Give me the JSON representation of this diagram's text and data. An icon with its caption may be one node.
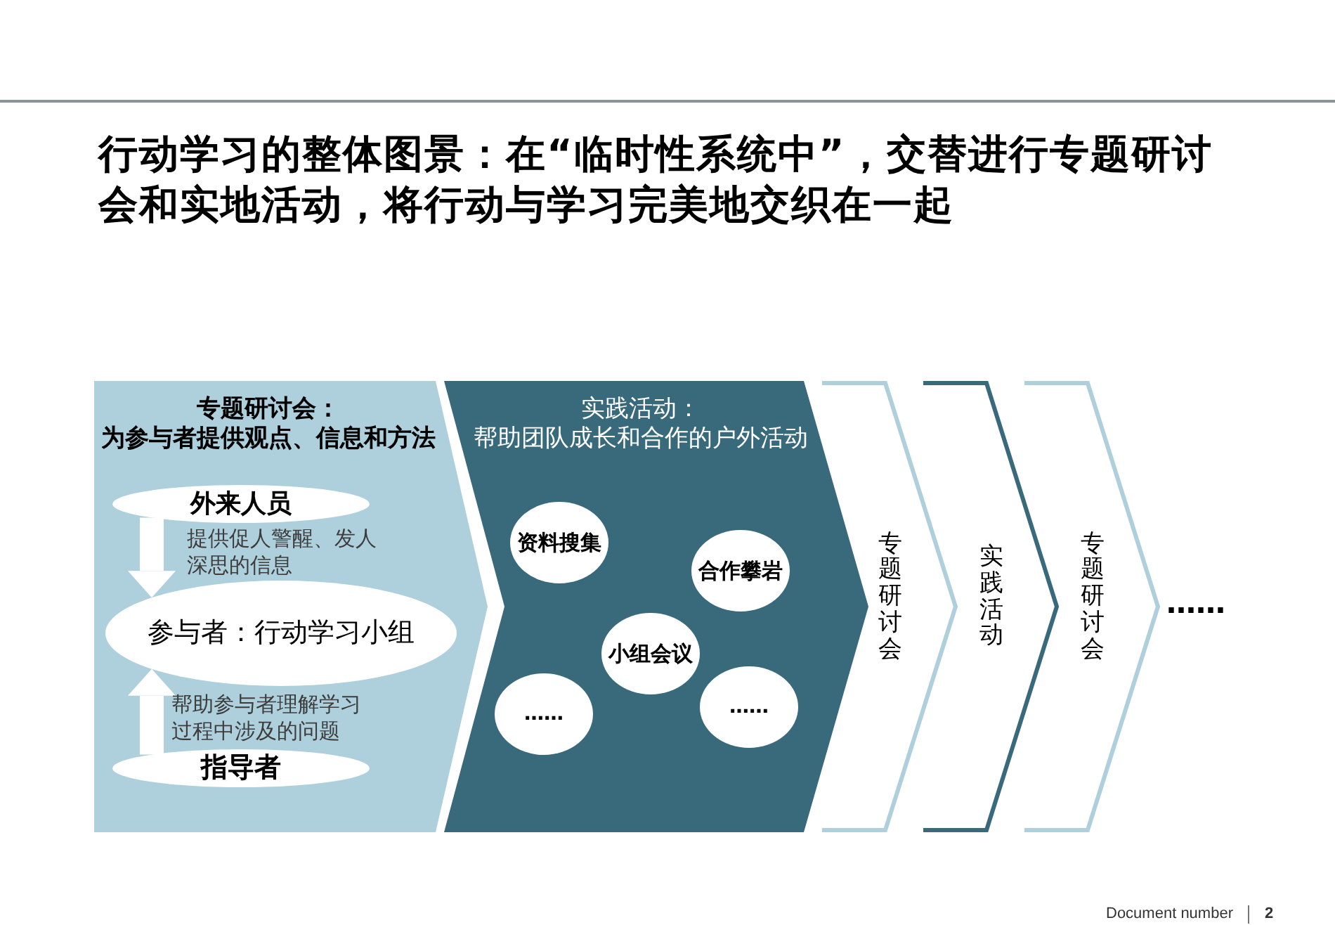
{
  "diagram": {
    "title": "行动学习的整体图景：在“临时性系统中”，交替进行专题研讨会和实地活动，将行动与学习完美地交织在一起",
    "nodes": [
      {
        "text": [
          "专题研讨会：",
          "为参与者提供观点、信息和方法"
        ]
      },
      {
        "text": [
          "外来人员"
        ],
        "in": 0
      },
      {
        "text": [
          "参与者：行动学习小组"
        ],
        "in": 0
      },
      {
        "text": [
          "指导者"
        ],
        "in": 0
      },
      {
        "text": [
          "实践活动：",
          "帮助团队成长和合作的户外活动"
        ]
      },
      {
        "text": [
          "资料搜集"
        ],
        "in": 4
      },
      {
        "text": [
          "合作攀岩"
        ],
        "in": 4
      },
      {
        "text": [
          "小组会议"
        ],
        "in": 4
      },
      {
        "text": [
          "……"
        ],
        "in": 4
      },
      {
        "text": [
          "……"
        ],
        "in": 4
      },
      {
        "text": [
          "专题研讨会"
        ]
      },
      {
        "text": [
          "实践活动"
        ]
      },
      {
        "text": [
          "专题研讨会"
        ]
      }
    ],
    "edges": [
      {
        "from": 1,
        "to": 2,
        "arrow": "to",
        "label": "提供促人警醒、发人深思的信息",
        "style": "thick"
      },
      {
        "from": 3,
        "to": 2,
        "arrow": "to",
        "label": "帮助参与者理解学习过程中涉及的问题",
        "style": "thick"
      }
    ],
    "labels": [
      "……",
      "Document number",
      "2"
    ]
  }
}
